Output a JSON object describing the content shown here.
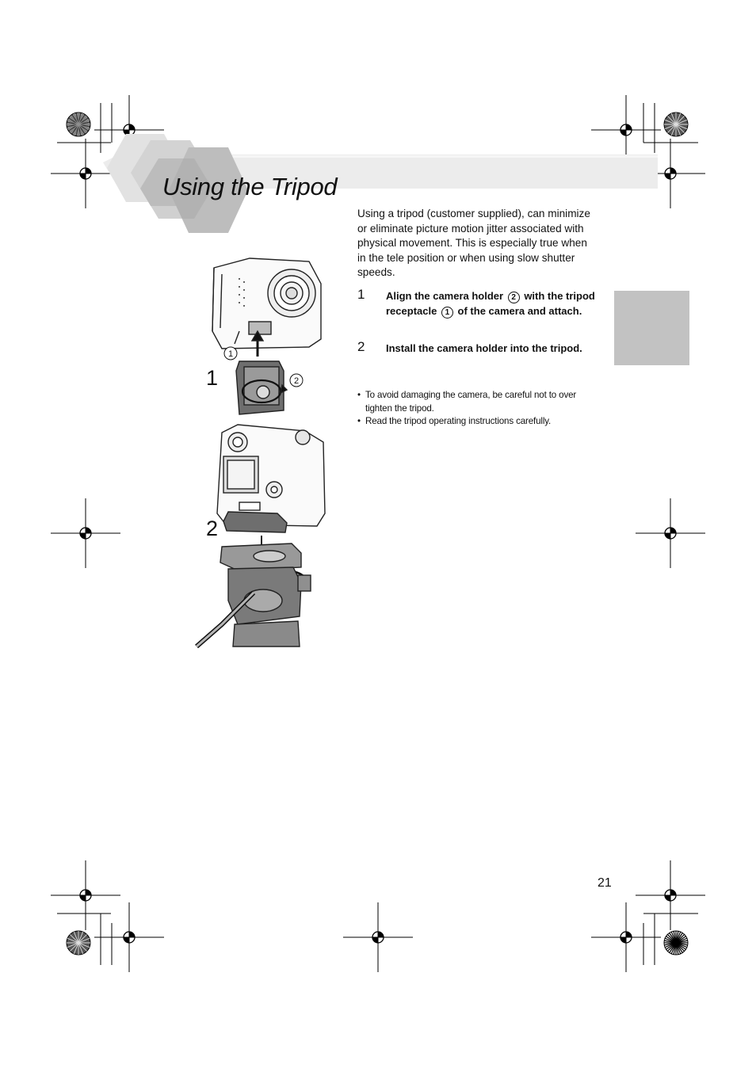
{
  "page": {
    "title": "Using the Tripod",
    "page_number": "21"
  },
  "intro": "Using a tripod (customer supplied), can minimize or eliminate picture motion jitter associated with physical movement. This is especially true when in the tele position or when using slow shutter speeds.",
  "steps": [
    {
      "number": "1",
      "text_a": "Align the camera holder ",
      "marker_a": "2",
      "text_b": " with the tripod receptacle ",
      "marker_b": "1",
      "text_c": " of the camera and attach."
    },
    {
      "number": "2",
      "text": "Install the camera holder into the tripod."
    }
  ],
  "notes": [
    "To avoid damaging the camera, be careful not to over tighten the tripod.",
    "Read the tripod operating instructions carefully."
  ],
  "bullet": "•",
  "illustration": {
    "step1_label": "1",
    "step2_label": "2",
    "callout_1": "1",
    "callout_2": "2"
  },
  "colors": {
    "side_tab": "#c2c2c2",
    "header_band": "#e9e9e9",
    "hexagon": "#bdbdbd"
  }
}
